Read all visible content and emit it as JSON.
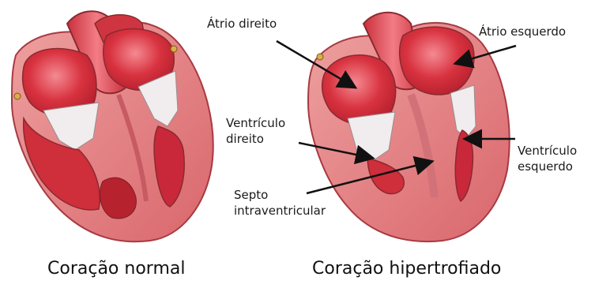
{
  "captions": {
    "normal": "Coração normal",
    "hypertrophied": "Coração hipertrofiado"
  },
  "labels": {
    "right_atrium": "Átrio direito",
    "left_atrium": "Átrio esquerdo",
    "right_ventricle_line1": "Ventrículo",
    "right_ventricle_line2": "direito",
    "left_ventricle_line1": "Ventrículo",
    "left_ventricle_line2": "esquerdo",
    "septum_line1": "Septo",
    "septum_line2": "intraventricular"
  },
  "colors": {
    "muscle": "#e8898b",
    "muscle_dark": "#c44a52",
    "chamber": "#d8323f",
    "chamber_light": "#f06a75",
    "valve": "#f2eef0",
    "outline": "#8a2a30",
    "arrow": "#111111"
  }
}
